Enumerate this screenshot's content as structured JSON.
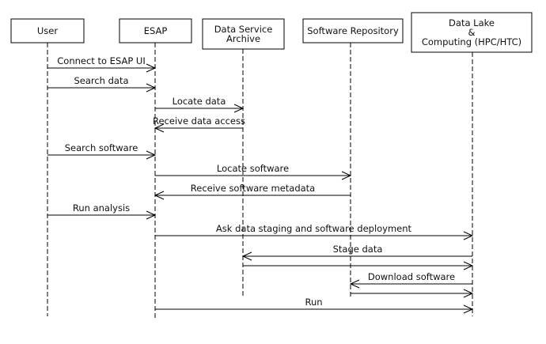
{
  "participants": [
    {
      "id": "user",
      "lines": [
        "User"
      ]
    },
    {
      "id": "esap",
      "lines": [
        "ESAP"
      ]
    },
    {
      "id": "archive",
      "lines": [
        "Data Service",
        "Archive"
      ]
    },
    {
      "id": "repo",
      "lines": [
        "Software Repository"
      ]
    },
    {
      "id": "lake",
      "lines": [
        "Data Lake",
        "&",
        "Computing (HPC/HTC)"
      ]
    }
  ],
  "messages": [
    {
      "from": "user",
      "to": "esap",
      "label": "Connect to ESAP UI"
    },
    {
      "from": "user",
      "to": "esap",
      "label": "Search data"
    },
    {
      "from": "esap",
      "to": "archive",
      "label": "Locate data"
    },
    {
      "from": "archive",
      "to": "esap",
      "label": "Receive data access"
    },
    {
      "from": "user",
      "to": "esap",
      "label": "Search software"
    },
    {
      "from": "esap",
      "to": "repo",
      "label": "Locate software"
    },
    {
      "from": "repo",
      "to": "esap",
      "label": "Receive software metadata"
    },
    {
      "from": "user",
      "to": "esap",
      "label": "Run analysis"
    },
    {
      "from": "esap",
      "to": "lake",
      "label": "Ask data staging and software deployment"
    },
    {
      "from": "lake",
      "to": "archive",
      "label": "Stage data"
    },
    {
      "from": "archive",
      "to": "lake",
      "label": ""
    },
    {
      "from": "lake",
      "to": "repo",
      "label": "Download software"
    },
    {
      "from": "repo",
      "to": "lake",
      "label": ""
    },
    {
      "from": "esap",
      "to": "lake",
      "label": "Run"
    }
  ]
}
